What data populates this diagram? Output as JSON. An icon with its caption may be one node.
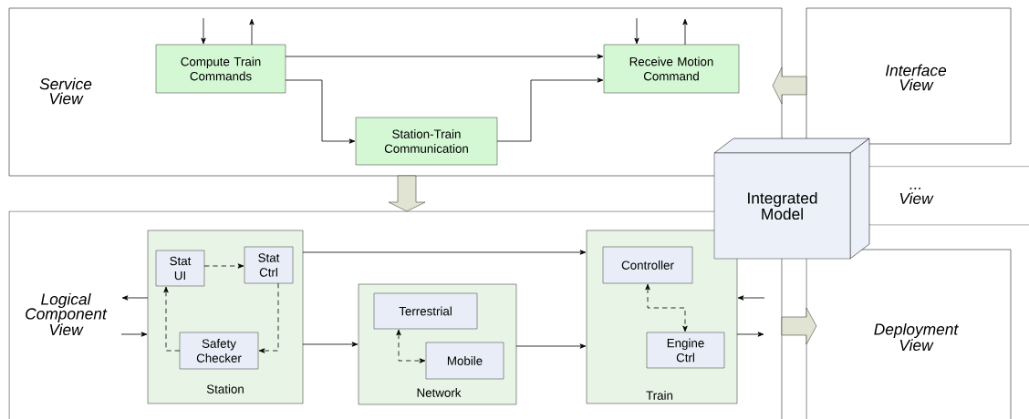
{
  "diagram": {
    "nodes": [
      {
        "text": [
          "Service View"
        ]
      },
      {
        "text": [
          "Compute Train Commands"
        ],
        "in": 0
      },
      {
        "text": [
          "Station-Train Communication"
        ],
        "in": 0
      },
      {
        "text": [
          "Receive Motion Command"
        ],
        "in": 0
      },
      {
        "text": [
          "Interface View"
        ]
      },
      {
        "text": [
          "Integrated Model"
        ]
      },
      {
        "text": [
          "... View"
        ]
      },
      {
        "text": [
          "Logical Component View"
        ]
      },
      {
        "text": [
          "Station"
        ],
        "in": 7
      },
      {
        "text": [
          "Stat UI"
        ],
        "in": 8
      },
      {
        "text": [
          "Stat Ctrl"
        ],
        "in": 8
      },
      {
        "text": [
          "Safety Checker"
        ],
        "in": 8
      },
      {
        "text": [
          "Network"
        ],
        "in": 7
      },
      {
        "text": [
          "Terrestrial"
        ],
        "in": 12
      },
      {
        "text": [
          "Mobile"
        ],
        "in": 12
      },
      {
        "text": [
          "Train"
        ],
        "in": 7
      },
      {
        "text": [
          "Controller"
        ],
        "in": 15
      },
      {
        "text": [
          "Engine Ctrl"
        ],
        "in": 15
      },
      {
        "text": [
          "Deployment View"
        ]
      }
    ],
    "edges": [
      {
        "from": null,
        "to": 1,
        "arrow": "to"
      },
      {
        "from": 1,
        "to": null,
        "arrow": "to"
      },
      {
        "from": null,
        "to": 3,
        "arrow": "to"
      },
      {
        "from": 3,
        "to": null,
        "arrow": "to"
      },
      {
        "from": 1,
        "to": 3,
        "arrow": "to"
      },
      {
        "from": 1,
        "to": 2,
        "arrow": "to"
      },
      {
        "from": 2,
        "to": 3,
        "arrow": "to"
      },
      {
        "from": 4,
        "to": 0,
        "arrow": "to",
        "style": "thick",
        "color": "#e1e3d3"
      },
      {
        "from": 0,
        "to": 7,
        "arrow": "to",
        "style": "thick",
        "color": "#e1e3d3"
      },
      {
        "from": 7,
        "to": 18,
        "arrow": "to",
        "style": "thick",
        "color": "#e1e3d3"
      },
      {
        "from": 8,
        "to": null,
        "arrow": "to"
      },
      {
        "from": null,
        "to": 8,
        "arrow": "to"
      },
      {
        "from": 8,
        "to": 15,
        "arrow": "to"
      },
      {
        "from": 8,
        "to": 12,
        "arrow": "to"
      },
      {
        "from": 12,
        "to": 15,
        "arrow": "to"
      },
      {
        "from": null,
        "to": 15,
        "arrow": "to"
      },
      {
        "from": 15,
        "to": null,
        "arrow": "to"
      },
      {
        "from": 9,
        "to": 10,
        "arrow": "to",
        "style": "dashed"
      },
      {
        "from": 10,
        "to": 11,
        "arrow": "to",
        "style": "dashed"
      },
      {
        "from": 11,
        "to": 9,
        "arrow": "to",
        "style": "dashed"
      },
      {
        "from": 13,
        "to": 14,
        "arrow": "both",
        "style": "dashed"
      },
      {
        "from": 16,
        "to": 17,
        "arrow": "both",
        "style": "dashed"
      }
    ]
  }
}
